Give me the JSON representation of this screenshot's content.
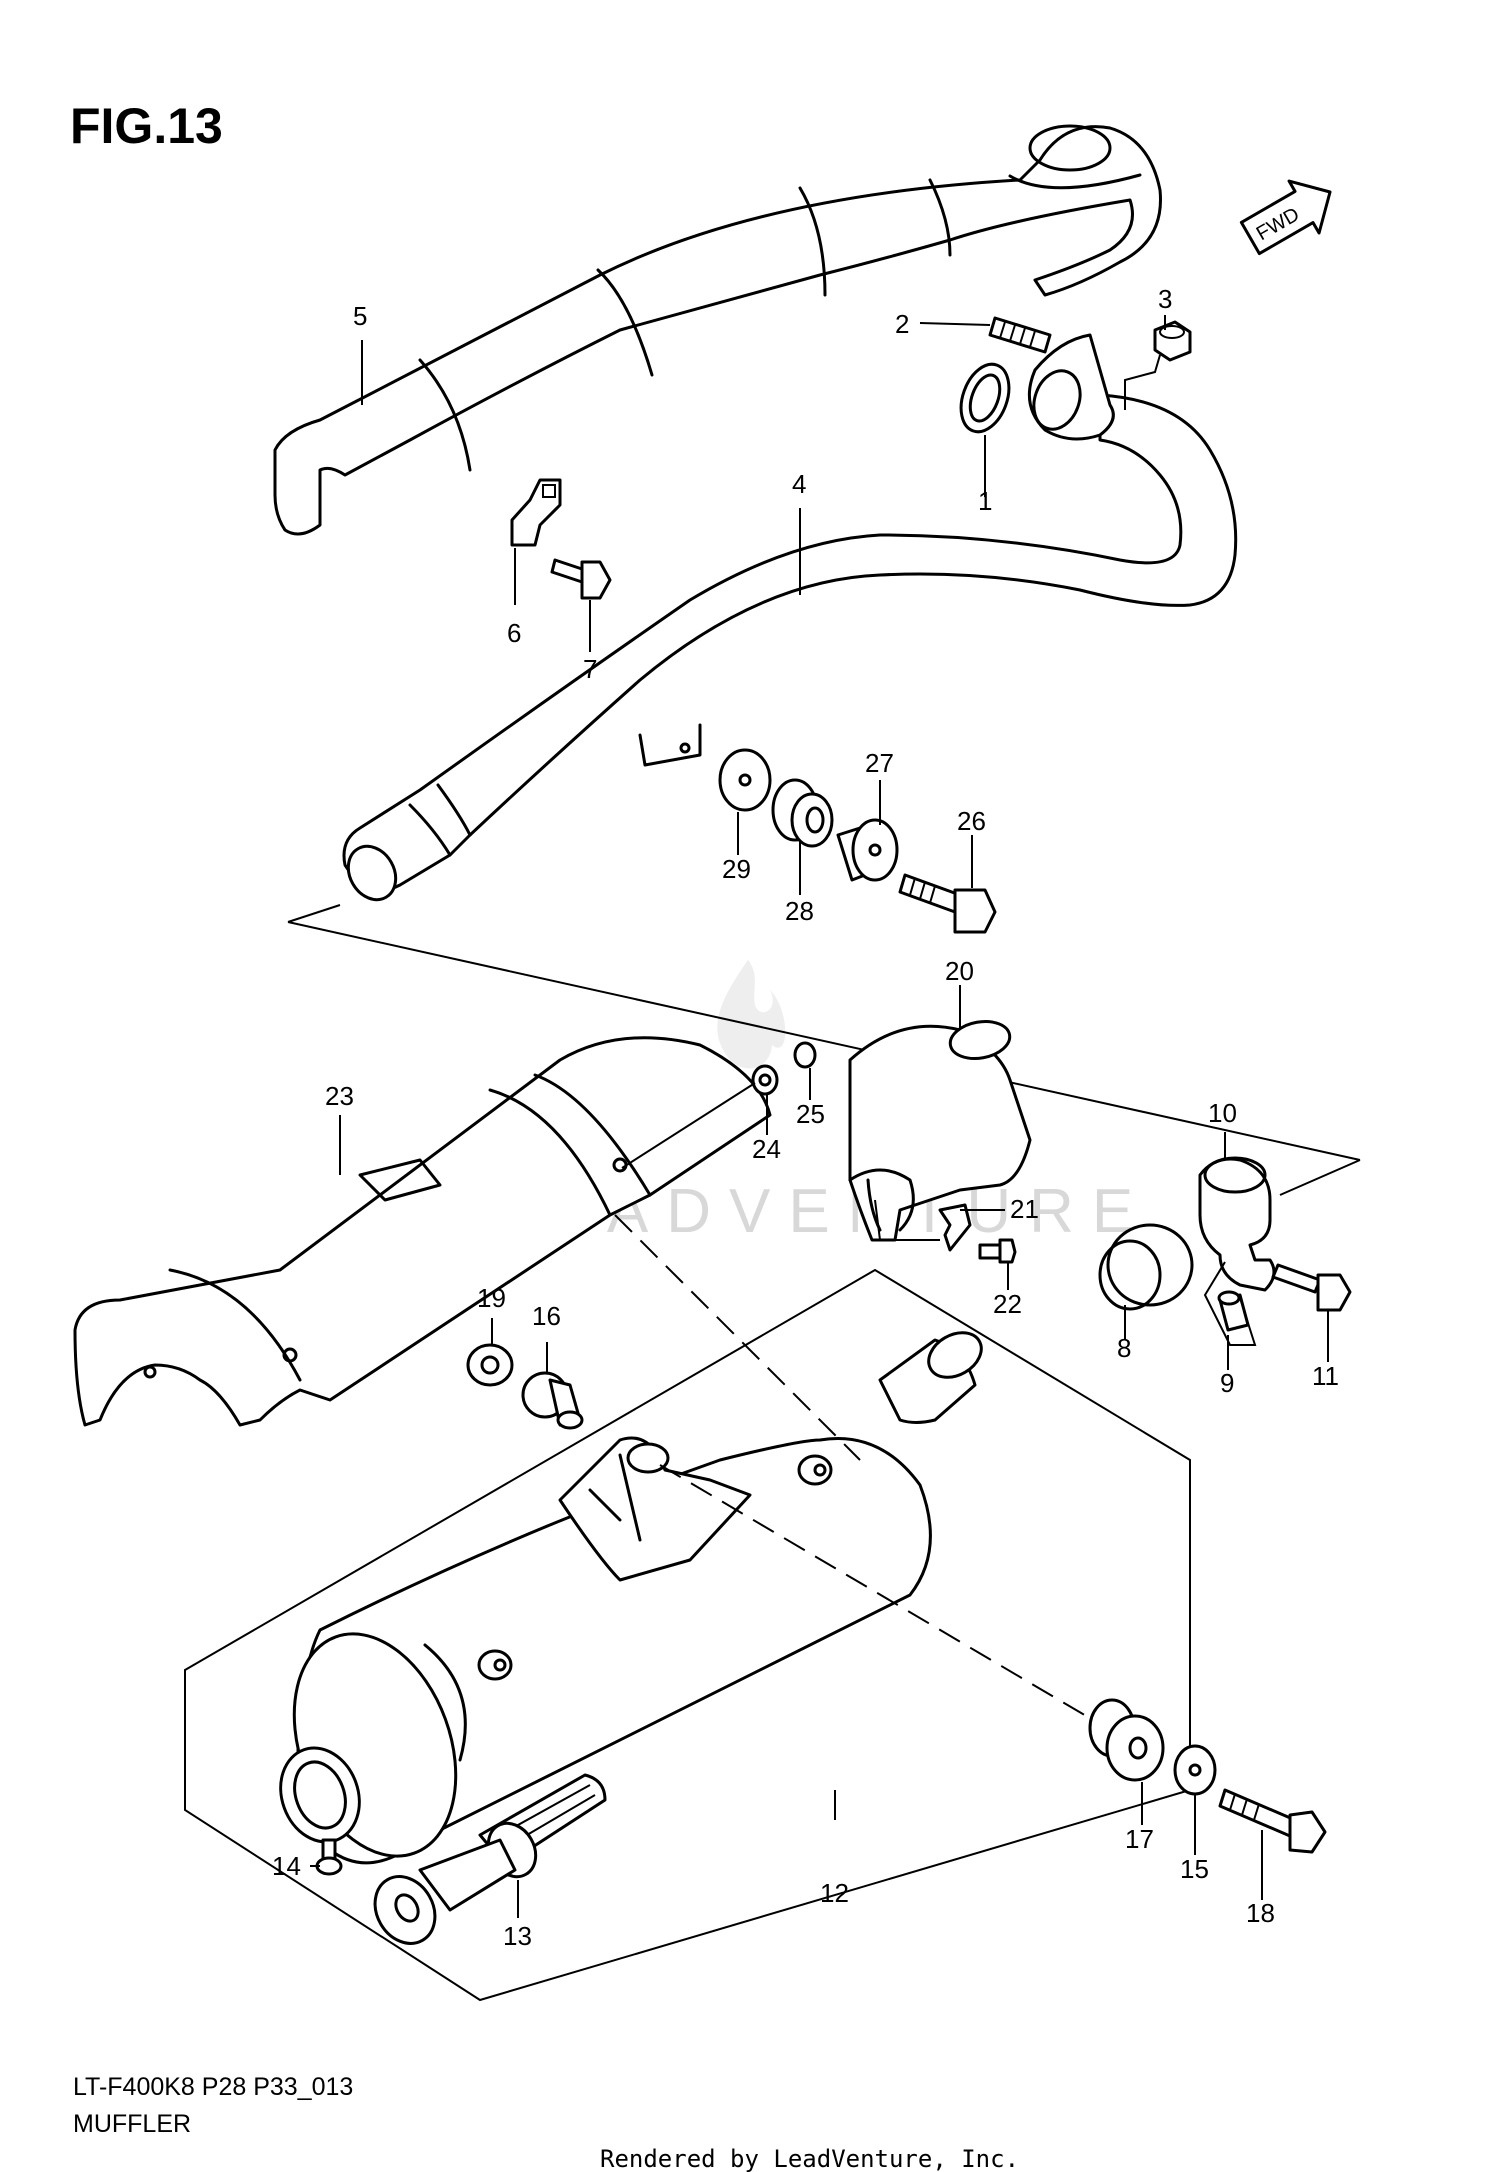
{
  "figure": {
    "title": "FIG.13"
  },
  "direction_badge": {
    "label": "FWD"
  },
  "watermark": {
    "text": "LEADVENTURE"
  },
  "footer": {
    "model_code": "LT-F400K8 P28 P33_013",
    "section_name": "MUFFLER",
    "credit": "Rendered by LeadVenture, Inc."
  },
  "callouts": {
    "c1": "1",
    "c2": "2",
    "c3": "3",
    "c4": "4",
    "c5": "5",
    "c6": "6",
    "c7": "7",
    "c8": "8",
    "c9": "9",
    "c10": "10",
    "c11": "11",
    "c12": "12",
    "c13": "13",
    "c14": "14",
    "c15": "15",
    "c16": "16",
    "c17": "17",
    "c18": "18",
    "c19": "19",
    "c20": "20",
    "c21": "21",
    "c22": "22",
    "c23": "23",
    "c24": "24",
    "c25": "25",
    "c26": "26",
    "c27": "27",
    "c28": "28",
    "c29": "29"
  }
}
